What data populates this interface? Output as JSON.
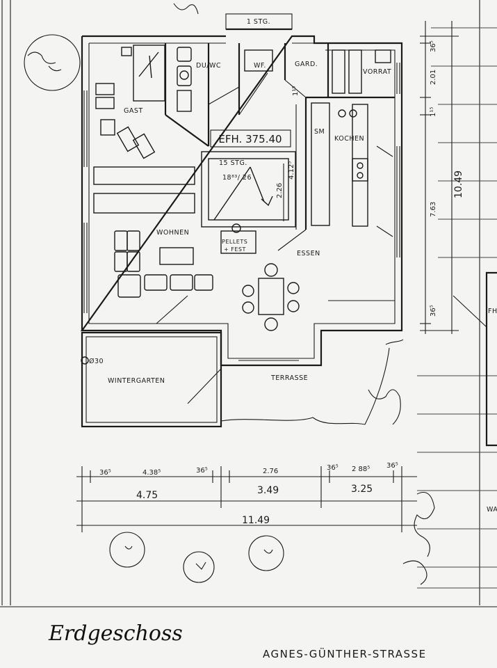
{
  "rooms": {
    "gast": "GAST",
    "du_wc": "DU/WC",
    "wf": "WF.",
    "gard": "GARD.",
    "vorrat": "VORRAT",
    "sm": "SM",
    "kochen": "KOCHEN",
    "wohnen": "WOHNEN",
    "essen": "ESSEN",
    "wintergarten": "WINTERGARTEN",
    "terrasse": "TERRASSE",
    "pellets_line1": "PELLETS",
    "pellets_line2": "+ FEST"
  },
  "labels": {
    "stairs_upper": "1 STG.",
    "efh": "EFH. 375.40",
    "stairs": "15 STG.",
    "stair_ratio": "18⁸³/ 26",
    "oe30": "Ø30",
    "fh": "FH",
    "wa": "WA"
  },
  "dimensions": {
    "right_total": "10.49",
    "right_365_top": "36⁵",
    "right_201": "2.01",
    "right_115": "1¹⁵",
    "right_763": "7.63",
    "right_365_bottom": "36⁵",
    "inner_115": "1¹⁵",
    "inner_412": "4.12⁵",
    "inner_226": "2.26",
    "top_row": [
      "36⁵",
      "4.38⁵",
      "36⁵",
      "2.76",
      "36⁵",
      "2 88⁵",
      "36⁵"
    ],
    "mid_row": [
      "4.75",
      "3.49",
      "3.25"
    ],
    "total_width": "11.49"
  },
  "caption": "Erdgeschoss",
  "street": "AGNES-GÜNTHER-STRASSE"
}
